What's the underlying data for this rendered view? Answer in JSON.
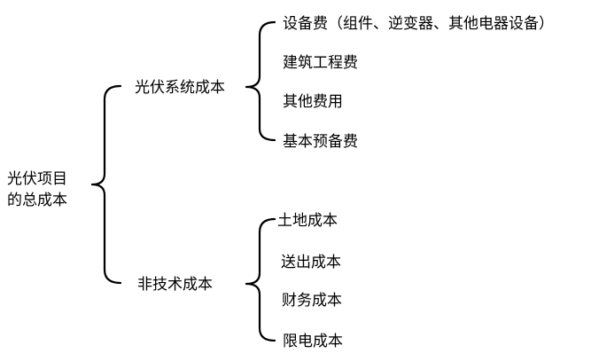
{
  "root": {
    "line1": "光伏项目",
    "line2": "的总成本"
  },
  "branches": [
    {
      "label": "光伏系统成本",
      "items": [
        "设备费（组件、逆变器、其他电器设备）",
        "建筑工程费",
        "其他费用",
        "基本预备费"
      ]
    },
    {
      "label": "非技术成本",
      "items": [
        "土地成本",
        "送出成本",
        "财务成本",
        "限电成本"
      ]
    }
  ]
}
